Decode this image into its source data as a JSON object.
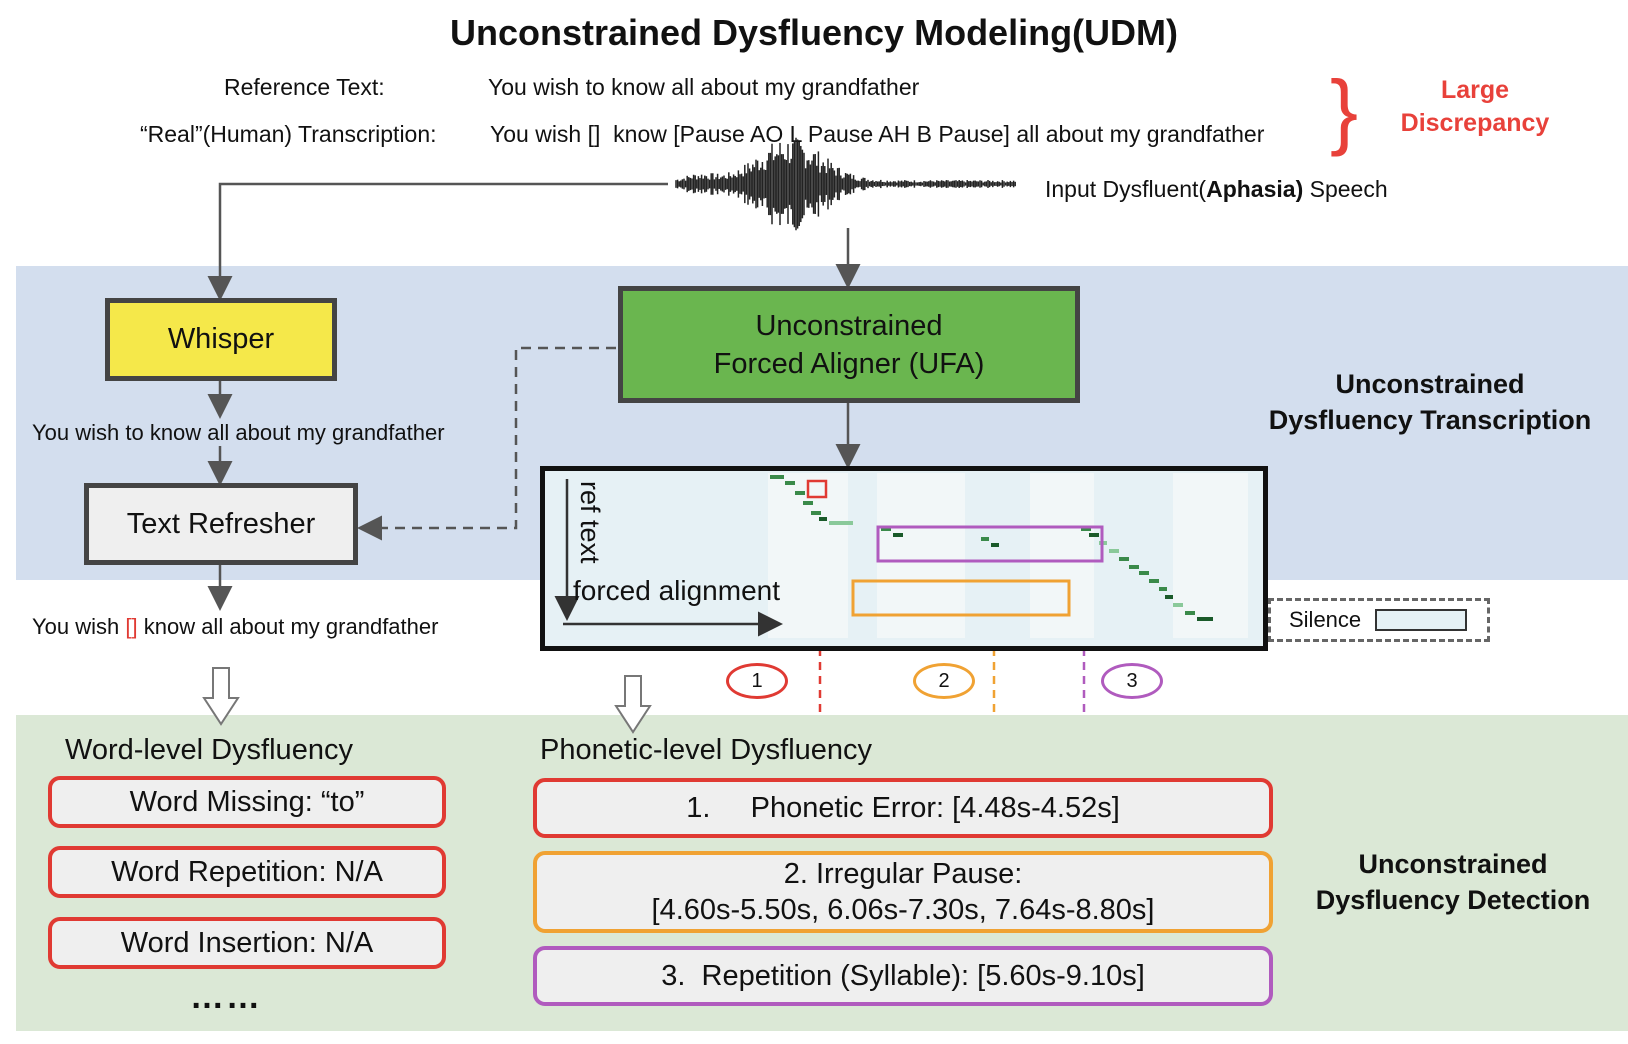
{
  "title": "Unconstrained Dysfluency Modeling(UDM)",
  "reference": {
    "label": "Reference Text:",
    "text": "You wish to know all about my grandfather"
  },
  "real_transcription": {
    "label": "“Real”(Human) Transcription:",
    "text": "You wish []  know [Pause AO L Pause AH B Pause] all about my grandfather"
  },
  "discrepancy": {
    "line1": "Large",
    "line2": "Discrepancy"
  },
  "input": {
    "prefix": "Input Dysfluent(",
    "bold": "Aphasia)",
    "suffix": " Speech"
  },
  "whisper": {
    "label": "Whisper",
    "output": "You wish to know all about my grandfather"
  },
  "ufa": {
    "line1": "Unconstrained",
    "line2": "Forced Aligner (UFA)"
  },
  "refresher": {
    "label": "Text Refresher",
    "out_prefix": "You wish ",
    "out_bracket": "[]",
    "out_suffix": " know all about my grandfather"
  },
  "transcription_section": {
    "line1": "Unconstrained",
    "line2": "Dysfluency Transcription"
  },
  "alignment": {
    "ylabel": "ref text",
    "xlabel": "forced alignment",
    "legend": "Silence"
  },
  "markers": [
    "1",
    "2",
    "3"
  ],
  "word_level": {
    "heading": "Word-level Dysfluency",
    "items": [
      "Word Missing: “to”",
      "Word Repetition: N/A",
      "Word Insertion: N/A"
    ],
    "ellipsis": "……"
  },
  "phonetic_level": {
    "heading": "Phonetic-level Dysfluency",
    "item1": "1.     Phonetic Error: [4.48s-4.52s]",
    "item2_line1": "2. Irregular Pause:",
    "item2_line2": "[4.60s-5.50s, 6.06s-7.30s, 7.64s-8.80s]",
    "item3": "3.  Repetition (Syllable): [5.60s-9.10s]"
  },
  "detection_section": {
    "line1": "Unconstrained",
    "line2": "Dysfluency Detection"
  },
  "colors": {
    "red": "#e03a33",
    "orange": "#f0a233",
    "purple": "#b05bbe",
    "whisper": "#f5e84a",
    "ufa": "#6ab64f",
    "band_blue": "#d3deee",
    "band_green": "#dbe8d6"
  }
}
